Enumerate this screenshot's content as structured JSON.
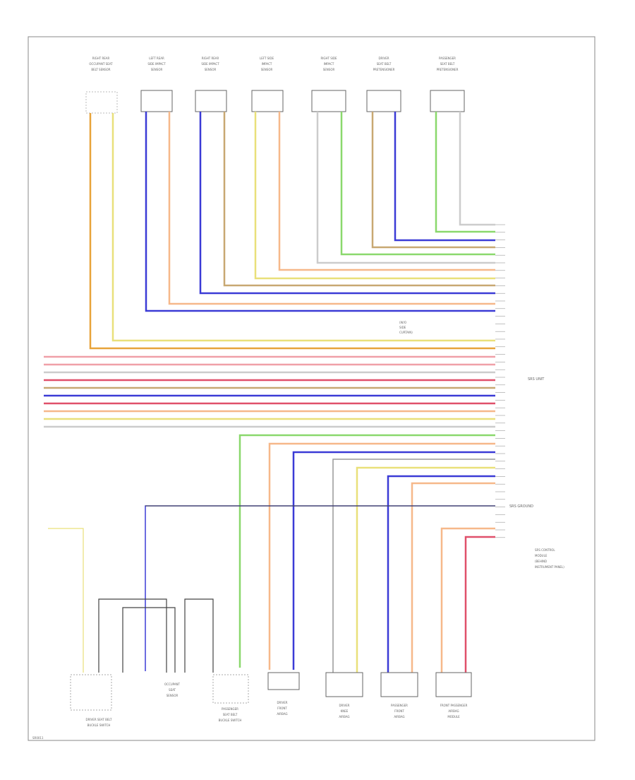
{
  "diagram": {
    "footer_code": "SR0011",
    "top_components": [
      {
        "id": "c1",
        "label": [
          "RIGHT REAR",
          "OCCUPANT SEAT",
          "BELT SENSOR"
        ]
      },
      {
        "id": "c2",
        "label": [
          "LEFT REAR",
          "SIDE IMPACT",
          "SENSOR"
        ]
      },
      {
        "id": "c3",
        "label": [
          "RIGHT REAR",
          "SIDE IMPACT",
          "SENSOR"
        ]
      },
      {
        "id": "c4",
        "label": [
          "LEFT SIDE",
          "IMPACT",
          "SENSOR"
        ]
      },
      {
        "id": "c5",
        "label": [
          "RIGHT SIDE",
          "IMPACT",
          "SENSOR"
        ]
      },
      {
        "id": "c6",
        "label": [
          "DRIVER",
          "SEAT BELT",
          "PRETENSIONER"
        ]
      },
      {
        "id": "c7",
        "label": [
          "PASSENGER",
          "SEAT BELT",
          "PRETENSIONER"
        ]
      }
    ],
    "bottom_components": [
      {
        "id": "b1",
        "label": [
          "DRIVER SEAT BELT",
          "BUCKLE SWITCH"
        ]
      },
      {
        "id": "b2",
        "label": [
          "OCCUPANT",
          "SEAT",
          "SENSOR"
        ]
      },
      {
        "id": "b3",
        "label": [
          "PASSENGER",
          "SEAT BELT",
          "BUCKLE SWITCH"
        ]
      },
      {
        "id": "b4",
        "label": [
          "DRIVER",
          "FRONT",
          "AIRBAG"
        ]
      },
      {
        "id": "b5",
        "label": [
          "DRIVER",
          "KNEE",
          "AIRBAG"
        ]
      },
      {
        "id": "b6",
        "label": [
          "PASSENGER",
          "FRONT",
          "AIRBAG"
        ]
      },
      {
        "id": "b7",
        "label": [
          "FRONT PASSENGER",
          "AIRBAG",
          "MODULE"
        ]
      }
    ],
    "module_labels": {
      "left_note": [
        "(W/O",
        "SIDE",
        "CURTAIN)"
      ],
      "unit_label": "SRS UNIT",
      "ground_label": "SRS GROUND",
      "bottom_note": [
        "SRS CONTROL",
        "MODULE",
        "(BEHIND",
        "INSTRUMENT PANEL)"
      ]
    },
    "wire_color_legend": {
      "orange": "#e8a33a",
      "yellow": "#e9e07a",
      "blue": "#3b3bd6",
      "tan": "#c8a872",
      "green": "#8ad86c",
      "red": "#e0506a",
      "pink": "#f0a0a8",
      "gray": "#9a9a9a",
      "black": "#444444",
      "light_orange": "#f6b88a"
    }
  }
}
